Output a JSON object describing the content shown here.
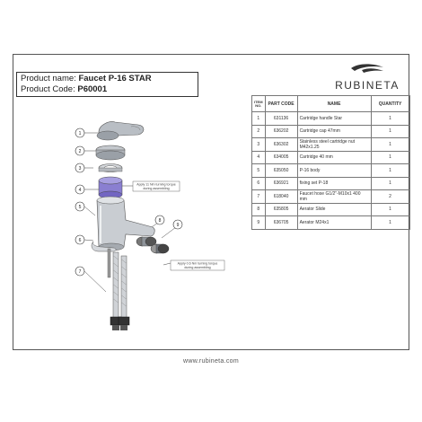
{
  "header": {
    "product_name_label": "Product name:",
    "product_name_value": "Faucet P-16 STAR",
    "product_code_label": "Product Code:",
    "product_code_value": "P60001"
  },
  "brand": {
    "name": "RUBINETA"
  },
  "table": {
    "headers": {
      "item": "ITEM NO.",
      "code": "PART CODE",
      "name": "NAME",
      "qty": "QUANTITY"
    },
    "rows": [
      {
        "item": "1",
        "code": "631136",
        "name": "Cartridge handle Star",
        "qty": "1"
      },
      {
        "item": "2",
        "code": "636202",
        "name": "Cartridge cap 47mm",
        "qty": "1"
      },
      {
        "item": "3",
        "code": "636302",
        "name": "Stainless steel cartridge nut M42x1.25",
        "qty": "1"
      },
      {
        "item": "4",
        "code": "634005",
        "name": "Cartridge 40 mm",
        "qty": "1"
      },
      {
        "item": "5",
        "code": "635050",
        "name": "P-16 body",
        "qty": "1"
      },
      {
        "item": "6",
        "code": "636921",
        "name": "fixing set P-18",
        "qty": "1"
      },
      {
        "item": "7",
        "code": "618040",
        "name": "Faucet hose G1/2\"-M10x1 400 mm",
        "qty": "2"
      },
      {
        "item": "8",
        "code": "635805",
        "name": "Aerator Slide",
        "qty": "1"
      },
      {
        "item": "9",
        "code": "636705",
        "name": "Aerator M24x1",
        "qty": "1"
      }
    ]
  },
  "diagram": {
    "callouts": [
      "1",
      "2",
      "3",
      "4",
      "5",
      "6",
      "7",
      "8",
      "9"
    ],
    "note_upper": [
      "Apply 11 Nm turning torque",
      "during assembling"
    ],
    "note_lower": [
      "Apply 0.6 Nm turning torque",
      "during assembling"
    ]
  },
  "footer": {
    "url": "www.rubineta.com"
  }
}
